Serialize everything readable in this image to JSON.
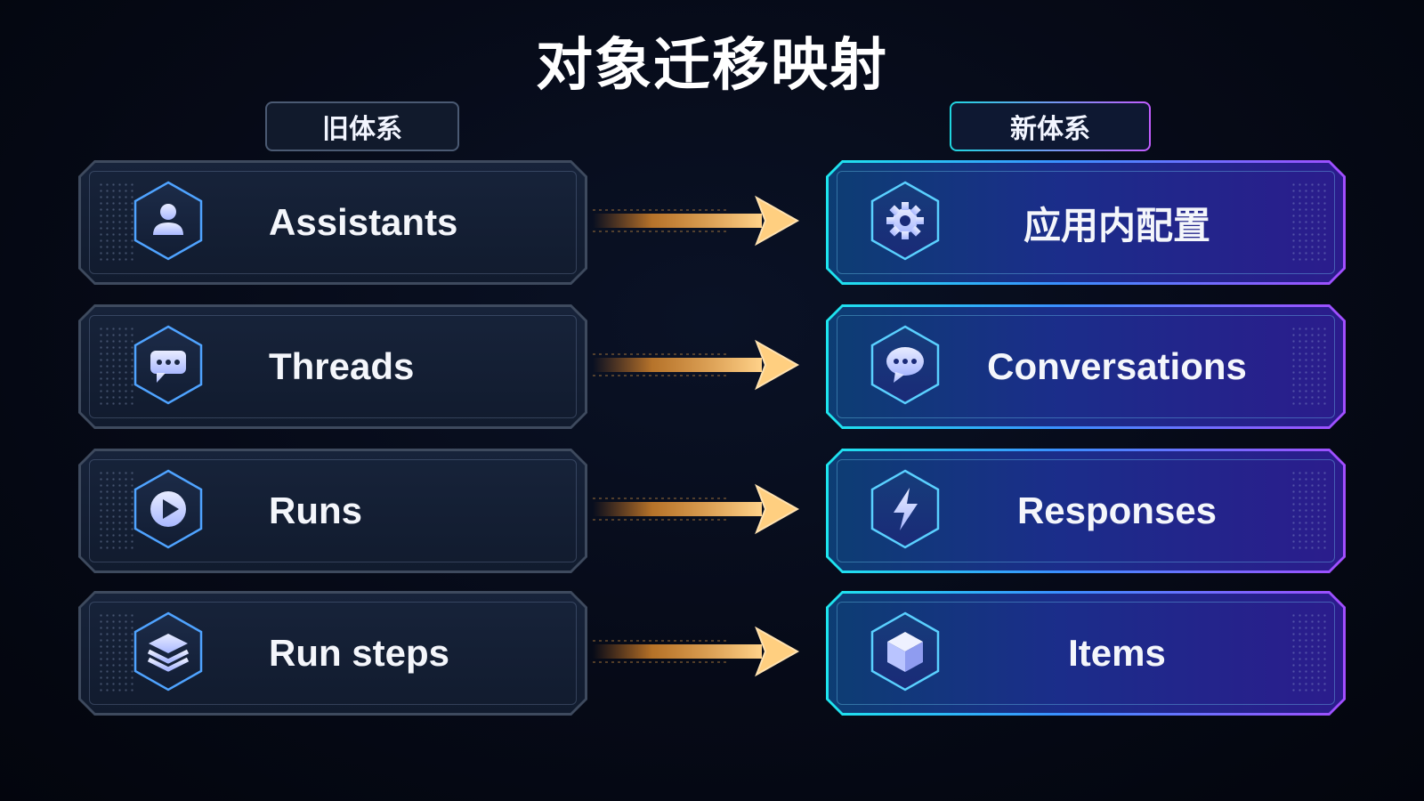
{
  "title": "对象迁移映射",
  "columns": {
    "old_label": "旧体系",
    "new_label": "新体系"
  },
  "mappings": [
    {
      "old": "Assistants",
      "old_icon": "user-icon",
      "new": "应用内配置",
      "new_icon": "gear-icon"
    },
    {
      "old": "Threads",
      "old_icon": "chat-bubble-icon",
      "new": "Conversations",
      "new_icon": "chat-bubble-icon"
    },
    {
      "old": "Runs",
      "old_icon": "play-icon",
      "new": "Responses",
      "new_icon": "lightning-icon"
    },
    {
      "old": "Run steps",
      "old_icon": "layers-icon",
      "new": "Items",
      "new_icon": "cube-icon"
    }
  ],
  "colors": {
    "background": "#060a17",
    "old_card": "#111b2e",
    "new_gradient_start": "#1ee6ee",
    "new_gradient_end": "#a24dff",
    "arrow": "#ffb347"
  }
}
